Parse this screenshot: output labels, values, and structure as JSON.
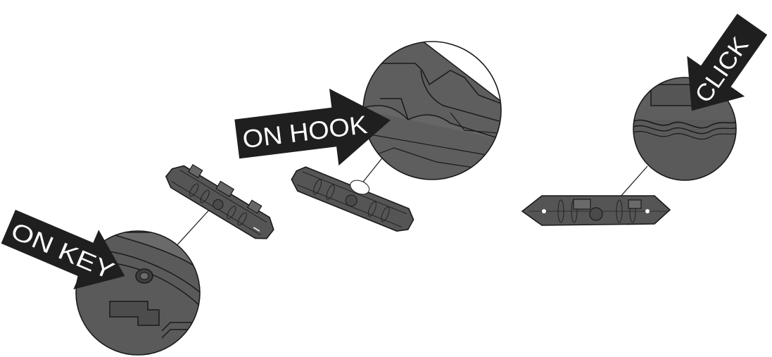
{
  "labels": {
    "on_key": "ON KEY",
    "on_hook": "ON HOOK",
    "click": "CLICK"
  },
  "colors": {
    "background": "#ffffff",
    "part_fill": "#555555",
    "detail_fill": "#5e5e5e",
    "line": "#1a1a1a",
    "arrow_fill": "#1f1f1f",
    "label_text": "#ffffff"
  }
}
